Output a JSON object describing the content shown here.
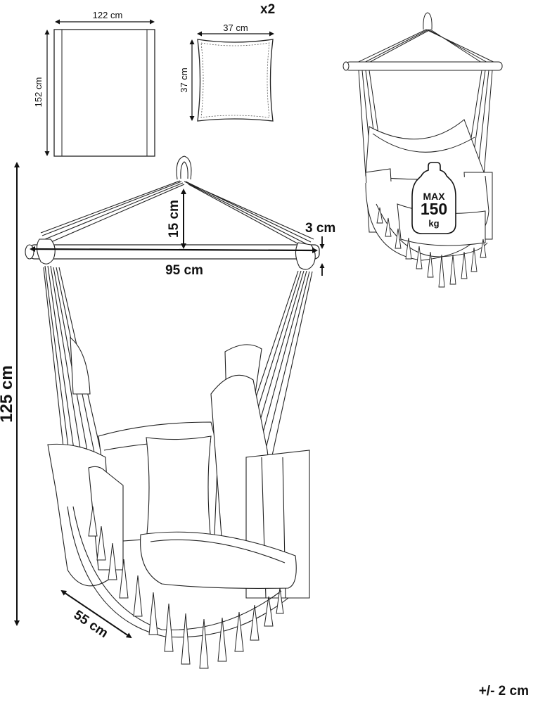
{
  "blanket": {
    "width": "122 cm",
    "height": "152 cm"
  },
  "pillow": {
    "quantity": "x2",
    "width": "37 cm",
    "height": "37 cm"
  },
  "chair": {
    "total_height": "125 cm",
    "bar_length": "95 cm",
    "rope_height": "15 cm",
    "bar_diameter": "3 cm",
    "seat_depth": "55 cm"
  },
  "weight_badge": {
    "max_label": "MAX",
    "value": "150",
    "unit": "kg"
  },
  "tolerance": "+/- 2 cm"
}
